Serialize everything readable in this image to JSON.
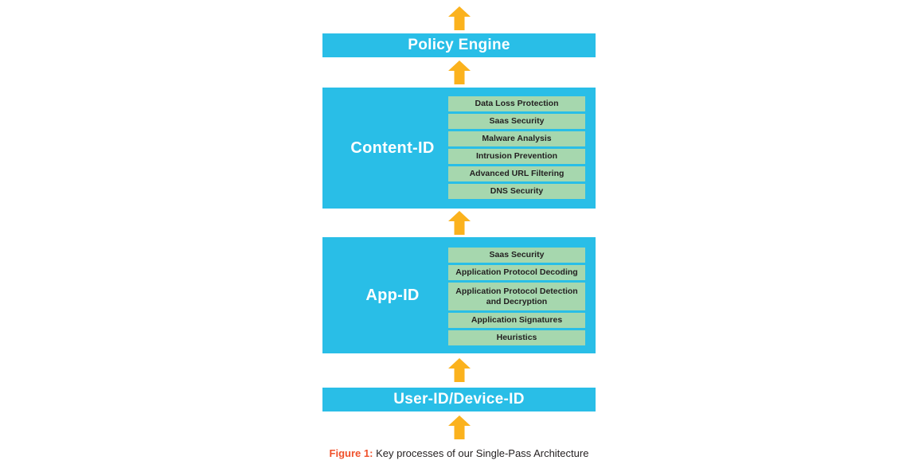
{
  "figure": {
    "caption_prefix": "Figure 1:",
    "caption_text": "Key processes of our Single-Pass Architecture"
  },
  "colors": {
    "cyan": "#29BEE7",
    "green": "#A6D7AE",
    "arrow_gold": "#FBB21D",
    "caption_orange": "#F0512B",
    "dark_text": "#231F20",
    "white": "#FFFFFF"
  },
  "diagram": {
    "policy_engine": {
      "label": "Policy Engine"
    },
    "content_id": {
      "label": "Content-ID",
      "items": [
        "Data Loss Protection",
        "Saas Security",
        "Malware Analysis",
        "Intrusion Prevention",
        "Advanced URL Filtering",
        "DNS Security"
      ]
    },
    "app_id": {
      "label": "App-ID",
      "items": [
        "Saas Security",
        "Application Protocol Decoding",
        "Application Protocol Detection and Decryption",
        "Application Signatures",
        "Heuristics"
      ]
    },
    "user_device_id": {
      "label": "User-ID/Device-ID"
    }
  }
}
